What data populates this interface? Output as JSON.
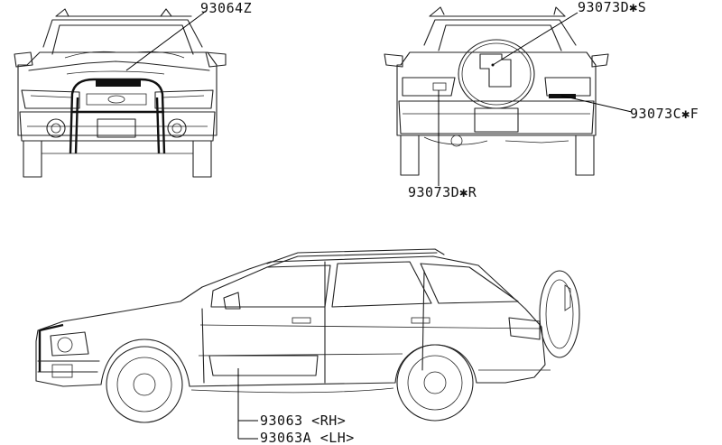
{
  "labels": {
    "hood_emblem": "93064Z",
    "spare_cover_badge": "93073D✱S",
    "tail_right_badge": "93073C✱F",
    "tail_left_badge": "93073D✱R",
    "side_stripe_rh": "93063  <RH>",
    "side_stripe_lh": "93063A <LH>"
  },
  "colors": {
    "line": "#222222",
    "background": "#ffffff"
  }
}
